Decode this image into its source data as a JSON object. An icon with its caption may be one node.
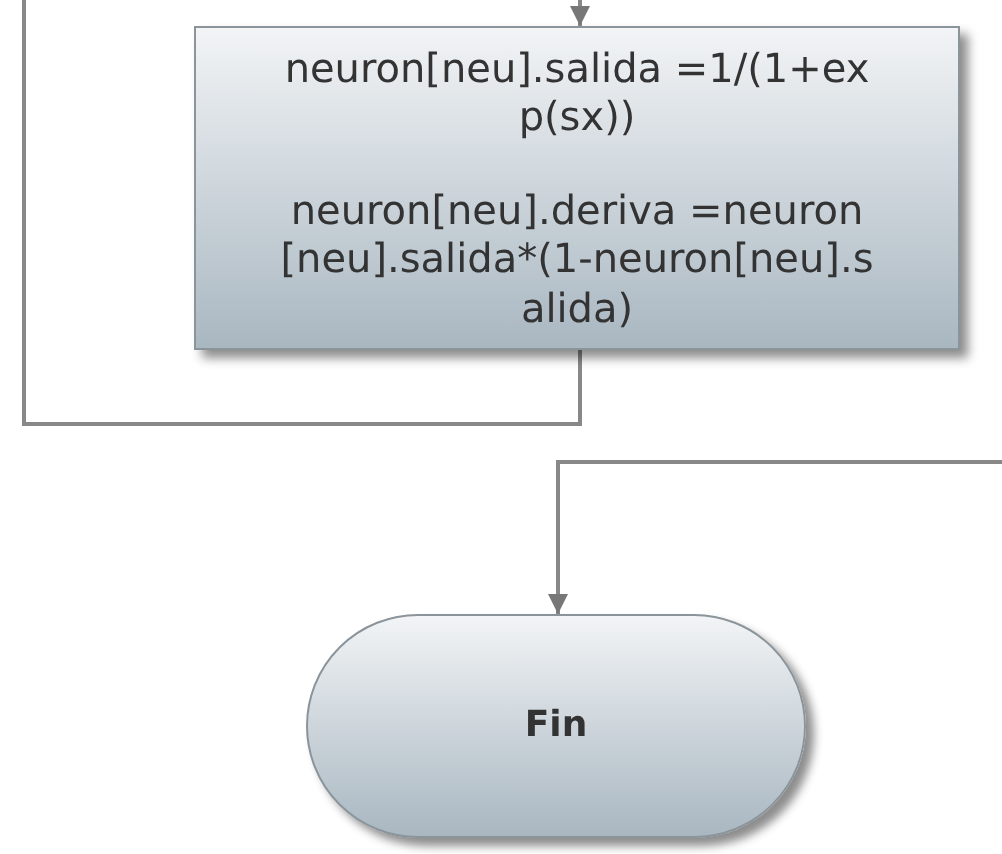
{
  "diagram": {
    "nodes": [
      {
        "text": [
          "neuron[neu].salida =1/(1+exp(sx))",
          "neuron[neu].deriva =neuron[neu].salida*(1-neuron[neu].salida)"
        ]
      },
      {
        "text": [
          "Fin"
        ]
      }
    ],
    "edges": [
      {
        "from": null,
        "to": 0,
        "arrow": "to"
      },
      {
        "from": 0,
        "to": null,
        "arrow": "none"
      },
      {
        "from": null,
        "to": 1,
        "arrow": "to"
      }
    ]
  }
}
